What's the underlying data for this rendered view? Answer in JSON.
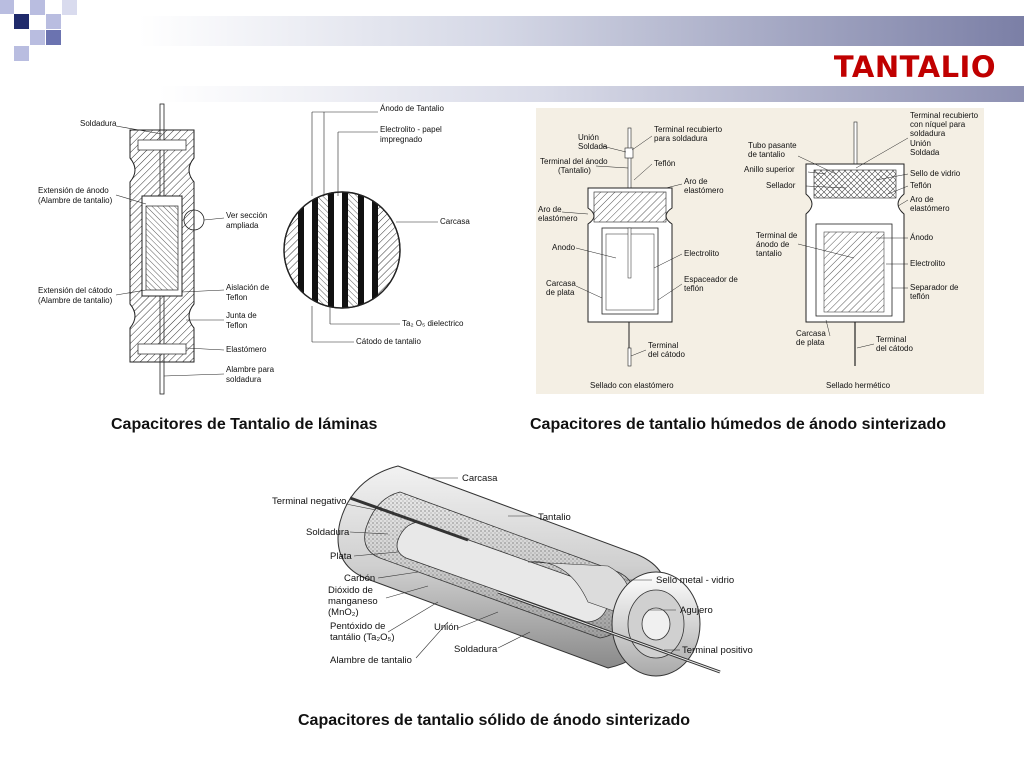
{
  "slide": {
    "title": "TANTALIO"
  },
  "panels": {
    "foil": {
      "caption": "Capacitores de Tantalio de láminas",
      "labels": {
        "soldadura": "Soldadura",
        "ext_anodo_1": "Extensión de  ánodo",
        "ext_anodo_2": "(Alambre de tantalio)",
        "ext_catodo_1": "Extensión del cátodo",
        "ext_catodo_2": "(Alambre de tantalio)",
        "ver_seccion_1": "Ver sección",
        "ver_seccion_2": "ampliada",
        "aislacion_1": "Aislación de",
        "aislacion_2": "Teflon",
        "junta_1": "Junta de",
        "junta_2": "Teflon",
        "elastomero": "Elastómero",
        "alambre_1": "Alambre para",
        "alambre_2": "soldadura",
        "anodo_tantalio": "Ánodo de Tantalio",
        "electrolito_1": "Electrolito - papel",
        "electrolito_2": "impregnado",
        "carcasa": "Carcasa",
        "dielectrico": "Ta₂ O₅ dielectrico",
        "catodo": "Cátodo de tantalio"
      }
    },
    "wet": {
      "caption": "Capacitores de tantalio húmedos de ánodo sinterizado",
      "labels": {
        "union_1": "Unión",
        "union_2": "Soldada",
        "term_recub_1": "Terminal recubierto",
        "term_recub_2": "para soldadura",
        "term_anodo_1": "Terminal del ánodo",
        "term_anodo_2": "(Tantalio)",
        "teflon": "Teflón",
        "aro_1": "Aro de",
        "aro_2": "elastómero",
        "aro_left_1": "Aro de",
        "aro_left_2": "elastómero",
        "anodo": "Anodo",
        "electrolito": "Electrolito",
        "carcasa_1": "Carcasa",
        "carcasa_2": "de plata",
        "espaceador_1": "Espaceador de",
        "espaceador_2": "teflón",
        "term_catodo_1": "Terminal",
        "term_catodo_2": "del cátodo",
        "sellado_elast": "Sellado con elastómero",
        "tubo_1": "Tubo pasante",
        "tubo_2": "de tantalio",
        "anillo": "Anillo superior",
        "sellador": "Sellador",
        "term_niquel_1": "Terminal recubierto",
        "term_niquel_2": "con níquel para",
        "term_niquel_3": "soldadura",
        "union_r_1": "Unión",
        "union_r_2": "Soldada",
        "sello_vidrio": "Sello de vidrio",
        "teflon_r": "Teflón",
        "aro_r_1": "Aro de",
        "aro_r_2": "elastómero",
        "term_anodo_r_1": "Terminal de",
        "term_anodo_r_2": "ánodo de",
        "term_anodo_r_3": "tantalio",
        "anodo_r": "Ánodo",
        "electrolito_r": "Electrolito",
        "separador_1": "Separador de",
        "separador_2": "teflón",
        "carcasa_r_1": "Carcasa",
        "carcasa_r_2": "de plata",
        "term_catodo_r_1": "Terminal",
        "term_catodo_r_2": "del cátodo",
        "sellado_herm": "Sellado hermético"
      }
    },
    "solid": {
      "caption": "Capacitores de tantalio sólido de ánodo sinterizado",
      "labels": {
        "carcasa": "Carcasa",
        "terminal_negativo": "Terminal negativo",
        "tantalio": "Tantalio",
        "soldadura": "Soldadura",
        "plata": "Plata",
        "carbon": "Carbón",
        "dioxido_1": "Dióxido de",
        "dioxido_2": "manganeso",
        "dioxido_3": "(MnO₂)",
        "pentoxido_1": "Pentóxido de",
        "pentoxido_2": "tantálio (Ta₂O₅)",
        "alambre": "Alambre de tantalio",
        "sello": "Sello metal - vidrio",
        "agujero": "Agujero",
        "union": "Unión",
        "soldadura_2": "Soldadura",
        "terminal_positivo": "Terminal positivo"
      }
    }
  },
  "colors": {
    "title": "#c00000",
    "deco_dark": "#1f2a6b",
    "deco_mid": "#6b73b0",
    "deco_light": "#b9bde0"
  }
}
